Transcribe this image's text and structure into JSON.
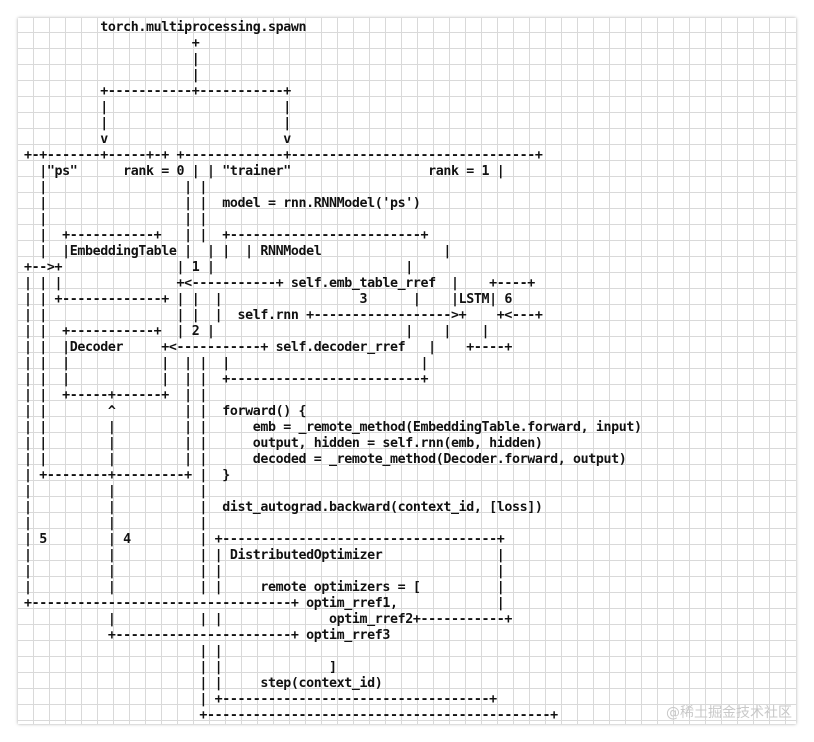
{
  "diagram_lines": [
    "          torch.multiprocessing.spawn",
    "                      +",
    "                      |",
    "                      |",
    "          +-----------+-----------+",
    "          |                       |",
    "          |                       |",
    "          v                       v",
    "+-+-------+-----+-+ +-------------+--------------------------------+",
    "  |\"ps\"      rank = 0 | | \"trainer\"                  rank = 1 |",
    "  |                  | |",
    "  |                  | |  model = rnn.RNNModel('ps')",
    "  |                  | |",
    "  |  +-----------+   | |  +-------------------------+",
    "  |  |EmbeddingTable |  | |  | RNNModel                |",
    "+-->+               | 1 |                         |",
    "| | |               +<-----------+ self.emb_table_rref  |    +----+",
    "| | +-------------+ | |  |                  3      |    |LSTM| 6",
    "| |                 | |  |  self.rnn +------------------>+    +<---+",
    "| |  +-----------+  | 2 |                         |    |    |",
    "| |  |Decoder     +<-----------+ self.decoder_rref   |    +----+",
    "| |  |            |  | |  |                         |",
    "| |  |            |  | |  +-------------------------+",
    "| |  +-----+------+  | |",
    "| |        ^         | |  forward() {",
    "| |        |         | |      emb = _remote_method(EmbeddingTable.forward, input)",
    "| |        |         | |      output, hidden = self.rnn(emb, hidden)",
    "| |        |         | |      decoded = _remote_method(Decoder.forward, output)",
    "| +--------+---------+ |  }",
    "|          |           |",
    "|          |           |  dist_autograd.backward(context_id, [loss])",
    "|          |           |",
    "| 5        | 4         | +------------------------------------+",
    "|          |           | | DistributedOptimizer               |",
    "|          |           | |                                    |",
    "|          |           | |     remote optimizers = [          |",
    "+----------------------------------+ optim_rref1,             |",
    "           |           | |              optim_rref2+-----------+",
    "           +-----------------------+ optim_rref3",
    "                       | |",
    "                       | |              ]",
    "                       | |     step(context_id)",
    "                       | +-----------------------------------+",
    "                       +---------------------------------------------+"
  ],
  "watermark": "@稀土掘金技术社区"
}
